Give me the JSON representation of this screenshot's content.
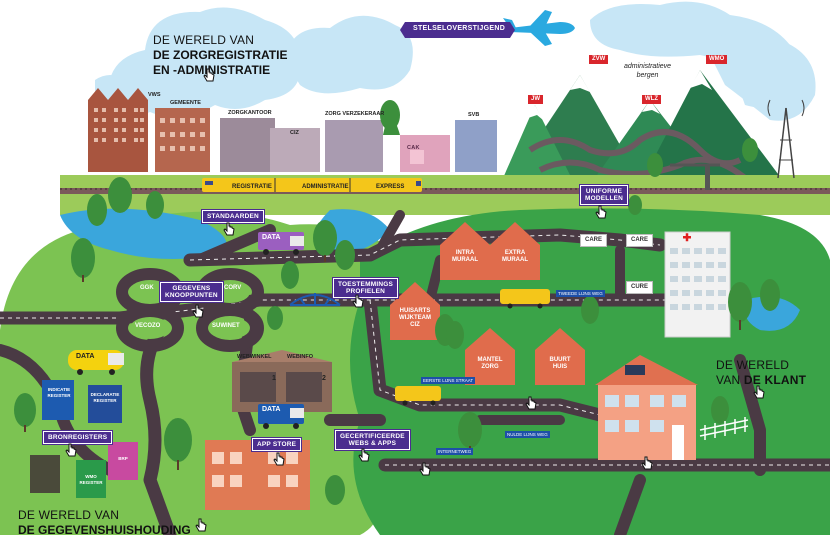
{
  "titles": {
    "zorg_l1": "DE WERELD VAN",
    "zorg_l2": "DE ZORGREGISTRATIE",
    "zorg_l3": "EN -ADMINISTRATIE",
    "klant_l1": "DE WERELD",
    "klant_l2_pre": "VAN ",
    "klant_l2_bold": "DE KLANT",
    "gegevens_l1": "DE WERELD VAN",
    "gegevens_l2": "DE GEGEVENSHUISHOUDING"
  },
  "banner": "STELSELOVERSTIJGEND",
  "mountains": {
    "label_l1": "administratieve",
    "label_l2": "bergen",
    "flags": [
      "ZVW",
      "WMO",
      "JW",
      "WLZ"
    ]
  },
  "buildings": {
    "vws": "VWS",
    "gemeente": "GEMEENTE",
    "zorgkantoor": "ZORGKANTOOR",
    "ciz": "CIZ",
    "zorgverzekeraar": "ZORG VERZEKERAAR",
    "cak": "CAK",
    "svb": "SVB"
  },
  "train": {
    "car1": "REGISTRATIE",
    "car2": "ADMINISTRATIE",
    "car3": "EXPRESS"
  },
  "hotspots": {
    "standaarden": "STANDAARDEN",
    "uniforme_l1": "UNIFORME",
    "uniforme_l2": "MODELLEN",
    "gegevens_l1": "GEGEVENS",
    "gegevens_l2": "KNOOPPUNTEN",
    "toestemmings_l1": "TOESTEMMINGS",
    "toestemmings_l2": "PROFIELEN",
    "bronregisters": "BRONREGISTERS",
    "app_store": "APP STORE",
    "gecertificeerde_l1": "GECERTIFICEERDE",
    "gecertificeerde_l2": "WEBS & APPS"
  },
  "ring": {
    "ggk": "GGK",
    "corv": "CORV",
    "vecozo": "VECOZO",
    "suwinet": "SUWINET"
  },
  "data_label": "DATA",
  "warehouse": {
    "webwinkel": "WEBWINKEL",
    "webinfo": "WEBINFO",
    "door1": "1",
    "door2": "2"
  },
  "registers": {
    "indicatie_l1": "INDICATIE",
    "indicatie_l2": "REGISTER",
    "declaratie_l1": "DECLARATIE",
    "declaratie_l2": "REGISTER",
    "wmo_l1": "WMO",
    "wmo_l2": "REGISTER",
    "brp": "BRP"
  },
  "care": {
    "intra_l1": "INTRA",
    "intra_l2": "MURAAL",
    "extra_l1": "EXTRA",
    "extra_l2": "MURAAL",
    "huisarts_l1": "HUISARTS",
    "huisarts_l2": "WIJKTEAM",
    "huisarts_l3": "CIZ",
    "mantel_l1": "MANTEL",
    "mantel_l2": "ZORG",
    "buurt_l1": "BUURT",
    "buurt_l2": "HUIS",
    "sign1": "CARE",
    "sign2": "CARE",
    "sign3": "CURE"
  },
  "roads": {
    "r1": "TWEEDE LIJNS WEG",
    "r2": "EERSTE LIJNS STRAAT",
    "r3": "NULDE LIJNS WEG",
    "r4": "INTERNETWEG"
  },
  "colors": {
    "purple": "#4b2d8f",
    "sky": "#bde3f7",
    "grass": "#5dbb46",
    "dark_grass": "#3a9a3a",
    "road": "#4a3a44",
    "orange": "#e0694a",
    "water": "#3aa6dc"
  }
}
